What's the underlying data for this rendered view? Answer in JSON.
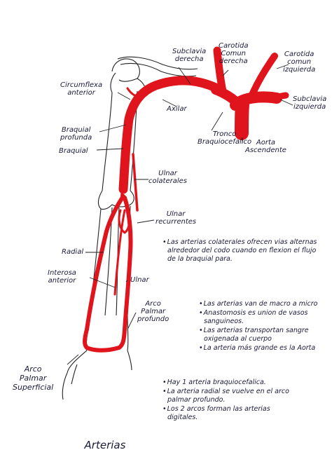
{
  "title": "Arterias",
  "colors": {
    "artery": "#e0141c",
    "ink": "#1a1a3a",
    "bone": "#222222"
  },
  "labels": {
    "subclavia_derecha": [
      "Subclavia",
      "derecha"
    ],
    "carotida_comun_derecha": [
      "Carotida",
      "Comun",
      "derecha"
    ],
    "carotida_comun_izquierda": [
      "Carotida",
      "comun",
      "izquierda"
    ],
    "subclavia_izquierda": [
      "Subclavia",
      "izquierda"
    ],
    "circunflexa_anterior": [
      "Circumflexa",
      "anterior"
    ],
    "axilar": "Axilar",
    "tronco_braquiocefalico": [
      "Tronco",
      "Braquiocefalico"
    ],
    "aorta_ascendente": [
      "Aorta",
      "Ascendente"
    ],
    "braquial_profunda": [
      "Braquial",
      "profunda"
    ],
    "braquial": "Braquial",
    "ulnar_colaterales": [
      "Ulnar",
      "colaterales"
    ],
    "ulnar_recurrentes": [
      "Ulnar",
      "recurrentes"
    ],
    "radial": "Radial",
    "interosa_anterior": [
      "Interosa",
      "anterior"
    ],
    "ulnar": "Ulnar",
    "arco_palmar_profundo": [
      "Arco",
      "Palmar",
      "profundo"
    ],
    "arco_palmar_superficial": [
      "Arco",
      "Palmar",
      "Superficial"
    ]
  },
  "notes": {
    "group1": [
      "Las arterias colaterales ofrecen vias alternas alrededor del codo cuando en flexion el flujo de la braquial para."
    ],
    "group2": [
      "Las arterias van de macro a micro",
      "Anastomosis es union de vasos sanguineos.",
      "Las arterias transportan sangre oxigenada al cuerpo",
      "La arteria más grande es la Aorta"
    ],
    "group3": [
      "Hay 1 arteria braquiocefalica.",
      "La arteria radial se vuelve en el arco palmar profundo.",
      "Los 2 arcos forman las arterias digitales."
    ]
  }
}
